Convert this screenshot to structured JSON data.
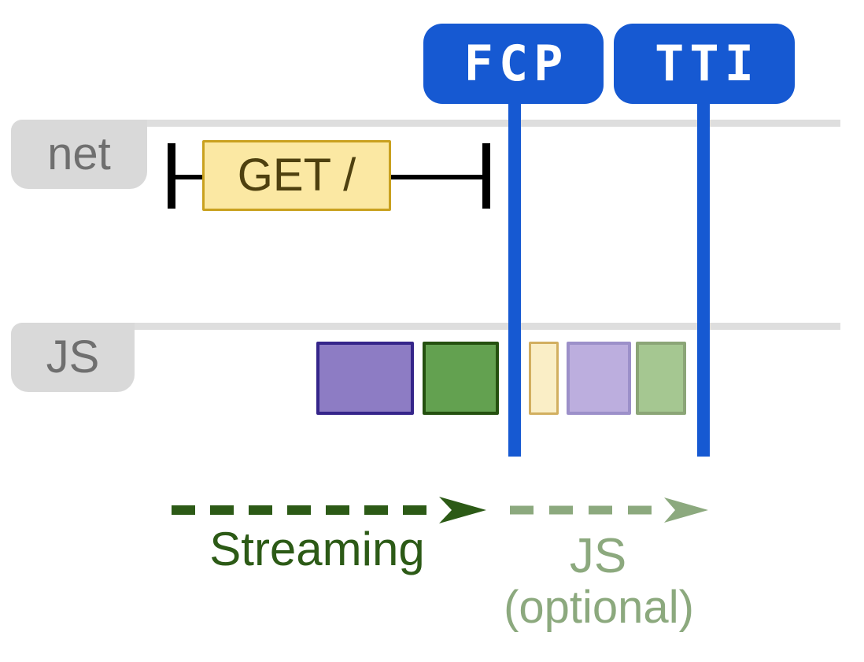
{
  "diagram": {
    "markers": [
      {
        "id": "fcp",
        "label": "FCP"
      },
      {
        "id": "tti",
        "label": "TTI"
      }
    ],
    "lanes": [
      {
        "id": "net",
        "label": "net"
      },
      {
        "id": "js",
        "label": "JS"
      }
    ],
    "request": {
      "label": "GET /",
      "fill": "#FBE8A3",
      "border": "#C9A11F",
      "text_color": "#4E400F"
    },
    "js_tasks": [
      {
        "name": "task-purple",
        "fill": "#8D7CC4",
        "border": "#35258A"
      },
      {
        "name": "task-green",
        "fill": "#63A150",
        "border": "#24500F"
      },
      {
        "name": "task-pale-yellow",
        "fill": "#FAEEC6",
        "border": "#D2AF60"
      },
      {
        "name": "task-light-purple",
        "fill": "#BCAEDE",
        "border": "#9C90C9"
      },
      {
        "name": "task-light-green",
        "fill": "#A5C791",
        "border": "#8BA577"
      }
    ],
    "arrows": [
      {
        "id": "streaming",
        "label": "Streaming",
        "color": "#2C5A16"
      },
      {
        "id": "js-optional",
        "label": "JS",
        "sublabel": "(optional)",
        "color": "#8CA97E"
      }
    ],
    "colors": {
      "accent_blue": "#1659D2",
      "track_gray": "#DEDEDE",
      "lane_badge_gray": "#D9D9D9",
      "lane_label_text": "#6F6F6F",
      "bracket_black": "#000000"
    }
  }
}
